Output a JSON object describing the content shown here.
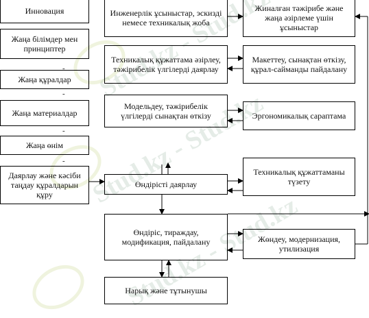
{
  "left_column": [
    "Инновация",
    "Жаңа білімдер мен принциптер",
    "Жаңа құралдар",
    "Жаңа материалдар",
    "Жаңа өнім",
    "Даярлау және кәсіби таңдау құралдарын құру"
  ],
  "center_column": [
    "Инженерлік ұсыныстар, эскизді немесе техникалық жоба",
    "Техникалық құжаттама әзірлеу, тәжірибелік үлгілерді даярлау",
    "Модельдеу, тәжірибелік үлгілерді сынақтан өткізу",
    "Өндірісті даярлау",
    "Өндіріс, тираждау, модификация, пайдалану",
    "Нарық және тұтынушы"
  ],
  "right_column": [
    "Жиналған тәжірибе және жаңа әзірлеме үшін ұсыныстар",
    "Макеттеу, сынақтан өткізу, құрал-сайманды пайдалану",
    "Эргономикалық сараптама",
    "Техникалық құжаттаманы түзету",
    "Жөндеу, модернизация, утилизация"
  ],
  "separator": "-",
  "watermark": "Stud.kz - Stud.kz",
  "colors": {
    "line": "#000000",
    "watermark": "#b4c8b9"
  }
}
